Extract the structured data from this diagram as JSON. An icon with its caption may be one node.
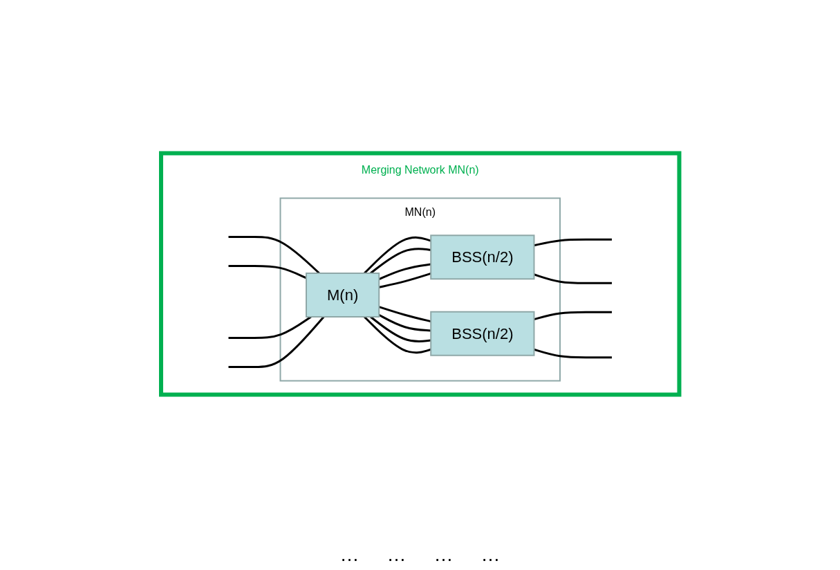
{
  "diagram": {
    "nodes": [
      {
        "text": [
          "Merging Network MN(n)"
        ]
      },
      {
        "text": [
          "MN(n)"
        ],
        "in": 0
      },
      {
        "text": [
          "M(n)"
        ],
        "in": 1
      },
      {
        "text": [
          "BSS(n/2)"
        ],
        "in": 1
      },
      {
        "text": [
          "BSS(n/2)"
        ],
        "in": 1
      }
    ],
    "edges": [
      {
        "from": null,
        "to": 2,
        "arrow": "none"
      },
      {
        "from": null,
        "to": 2,
        "arrow": "none"
      },
      {
        "from": null,
        "to": 2,
        "arrow": "none"
      },
      {
        "from": null,
        "to": 2,
        "arrow": "none"
      },
      {
        "from": 2,
        "to": 3,
        "arrow": "none"
      },
      {
        "from": 2,
        "to": 3,
        "arrow": "none"
      },
      {
        "from": 2,
        "to": 3,
        "arrow": "none"
      },
      {
        "from": 2,
        "to": 3,
        "arrow": "none"
      },
      {
        "from": 2,
        "to": 4,
        "arrow": "none"
      },
      {
        "from": 2,
        "to": 4,
        "arrow": "none"
      },
      {
        "from": 2,
        "to": 4,
        "arrow": "none"
      },
      {
        "from": 2,
        "to": 4,
        "arrow": "none"
      },
      {
        "from": 3,
        "to": null,
        "arrow": "none"
      },
      {
        "from": 3,
        "to": null,
        "arrow": "none"
      },
      {
        "from": 4,
        "to": null,
        "arrow": "none"
      },
      {
        "from": 4,
        "to": null,
        "arrow": "none"
      }
    ],
    "labels": [
      "…",
      "…",
      "…",
      "…"
    ]
  }
}
